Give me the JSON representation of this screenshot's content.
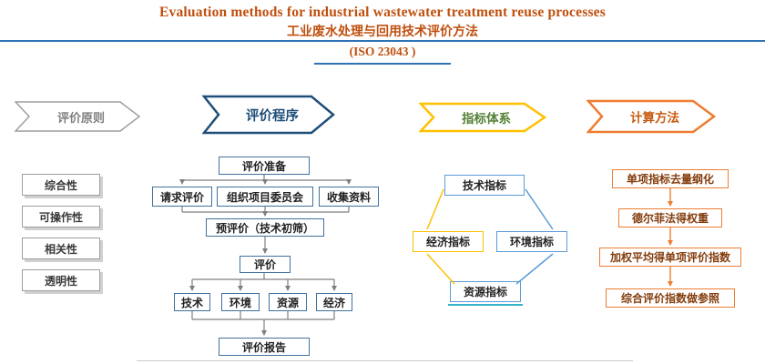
{
  "title": {
    "en": "Evaluation methods for industrial wastewater treatment reuse processes",
    "zh": "工业废水处理与回用技术评价方法",
    "iso": "(ISO 23043 )"
  },
  "principles": {
    "header": "评价原则",
    "items": [
      "综合性",
      "可操作性",
      "相关性",
      "透明性"
    ]
  },
  "procedure": {
    "header": "评价程序",
    "prepare": "评价准备",
    "request": "请求评价",
    "committee": "组织项目委员会",
    "collect": "收集资料",
    "pre_screen": "预评价（技术初筛）",
    "evaluate": "评价",
    "aspect_tech": "技术",
    "aspect_env": "环境",
    "aspect_resource": "资源",
    "aspect_economy": "经济",
    "report": "评价报告"
  },
  "indicators": {
    "header": "指标体系",
    "tech": "技术指标",
    "economy": "经济指标",
    "env": "环境指标",
    "resource": "资源指标"
  },
  "calculation": {
    "header": "计算方法",
    "steps": [
      "单项指标去量纲化",
      "德尔菲法得权重",
      "加权平均得单项评价指数",
      "综合评价指数做参照"
    ]
  },
  "colors": {
    "title_text": "#C0500F",
    "divider_blue": "#2E74B5",
    "procedure_banner": "#1F4E79",
    "flow_box_border": "#41719C",
    "indicator_blue": "#5B9BD5",
    "indicator_yellow": "#FFC000",
    "indicator_green_text": "#538135",
    "calculation_orange": "#ED7D31",
    "calculation_text": "#843C0C",
    "principles_gray": "#7F7F7F",
    "resource_underline_cyan": "#33B3CC",
    "connector_gray": "#7F7F7F"
  }
}
